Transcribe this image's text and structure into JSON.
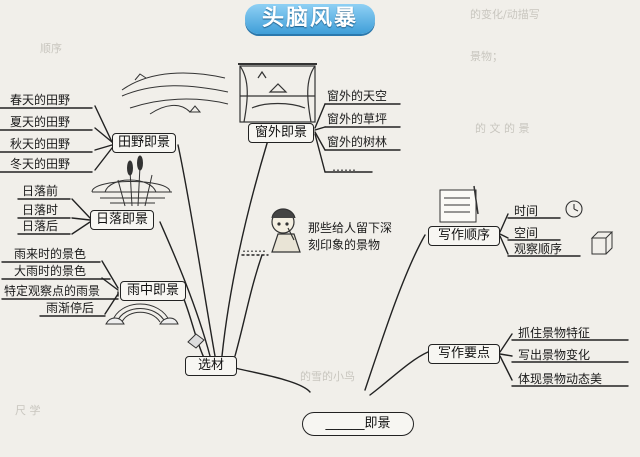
{
  "title": "头脑风暴",
  "root": {
    "label": "即景",
    "blank": "______"
  },
  "material": {
    "label": "选材"
  },
  "branches": {
    "field": {
      "label": "田野即景",
      "items": [
        "春天的田野",
        "夏天的田野",
        "秋天的田野",
        "冬天的田野"
      ]
    },
    "window": {
      "label": "窗外即景",
      "items": [
        "窗外的天空",
        "窗外的草坪",
        "窗外的树林",
        "……"
      ]
    },
    "sunset": {
      "label": "日落即景",
      "items": [
        "日落前",
        "日落时",
        "日落后"
      ]
    },
    "rain": {
      "label": "雨中即景",
      "items": [
        "雨来时的景色",
        "大雨时的景色",
        "特定观察点的雨景",
        "雨渐停后"
      ]
    },
    "memory": {
      "line1": "那些给人留下深",
      "line2": "刻印象的景物",
      "dots": "……"
    },
    "order": {
      "label": "写作顺序",
      "items": [
        "时间",
        "空间",
        "观察顺序"
      ]
    },
    "points": {
      "label": "写作要点",
      "items": [
        "抓住景物特征",
        "写出景物变化",
        "体现景物动态美"
      ]
    }
  },
  "colors": {
    "title_top": "#8fd0f4",
    "title_bottom": "#3f9ed8",
    "ink": "#222222",
    "paper": "#f1efea"
  },
  "icons": [
    "landscape-sketch",
    "window-sketch",
    "sunset-reeds-sketch",
    "rainbow-sketch",
    "thinking-person-sketch",
    "notepad-icon",
    "clock-icon",
    "box-icon",
    "pen-icon"
  ]
}
